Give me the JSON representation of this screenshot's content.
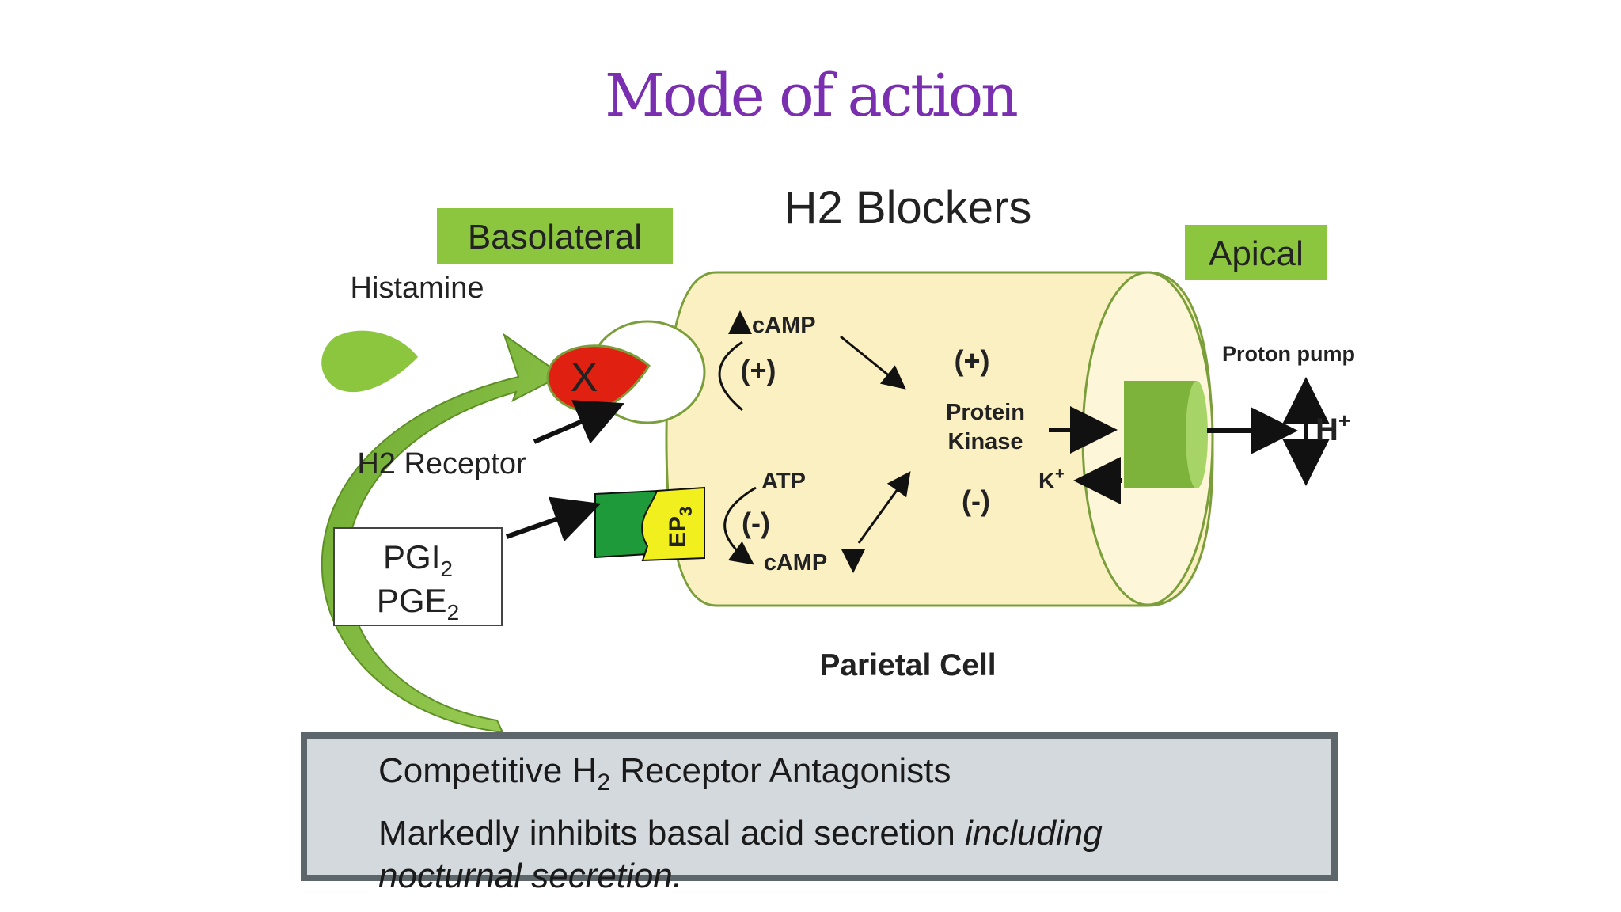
{
  "title": "Mode of action",
  "diagram": {
    "heading": "H2 Blockers",
    "basolateral": "Basolateral",
    "apical": "Apical",
    "histamine": "Histamine",
    "blocker_mark": "X",
    "h2_receptor": "H2 Receptor",
    "pgi": "PGI",
    "pge": "PGE",
    "subscript_2": "2",
    "ep": "EP",
    "ep_sub": "3",
    "camp_up": "cAMP",
    "plus_left": "(+)",
    "atp": "ATP",
    "minus_left": "(-)",
    "camp_down": "cAMP",
    "plus_right": "(+)",
    "protein": "Protein",
    "kinase": "Kinase",
    "minus_right": "(-)",
    "k_ion": "K",
    "k_sup": "+",
    "proton_pump": "Proton pump",
    "h_ion": "H",
    "h_sup": "+",
    "cell_label": "Parietal Cell"
  },
  "info": {
    "line1_pre": "Competitive H",
    "line1_sub": "2",
    "line1_post": " Receptor Antagonists",
    "line2_normal": "Markedly inhibits basal acid secretion ",
    "line2_italic": "including",
    "line3_italic": "nocturnal secretion."
  },
  "colors": {
    "title": "#7a2fb0",
    "label_green": "#8cc63f",
    "cell_fill": "#fbf0c2",
    "arrow_green": "#7db33b",
    "blocker_red": "#e02010",
    "ep_yellow": "#f2ef1e",
    "ep_green": "#1e9a3a"
  }
}
